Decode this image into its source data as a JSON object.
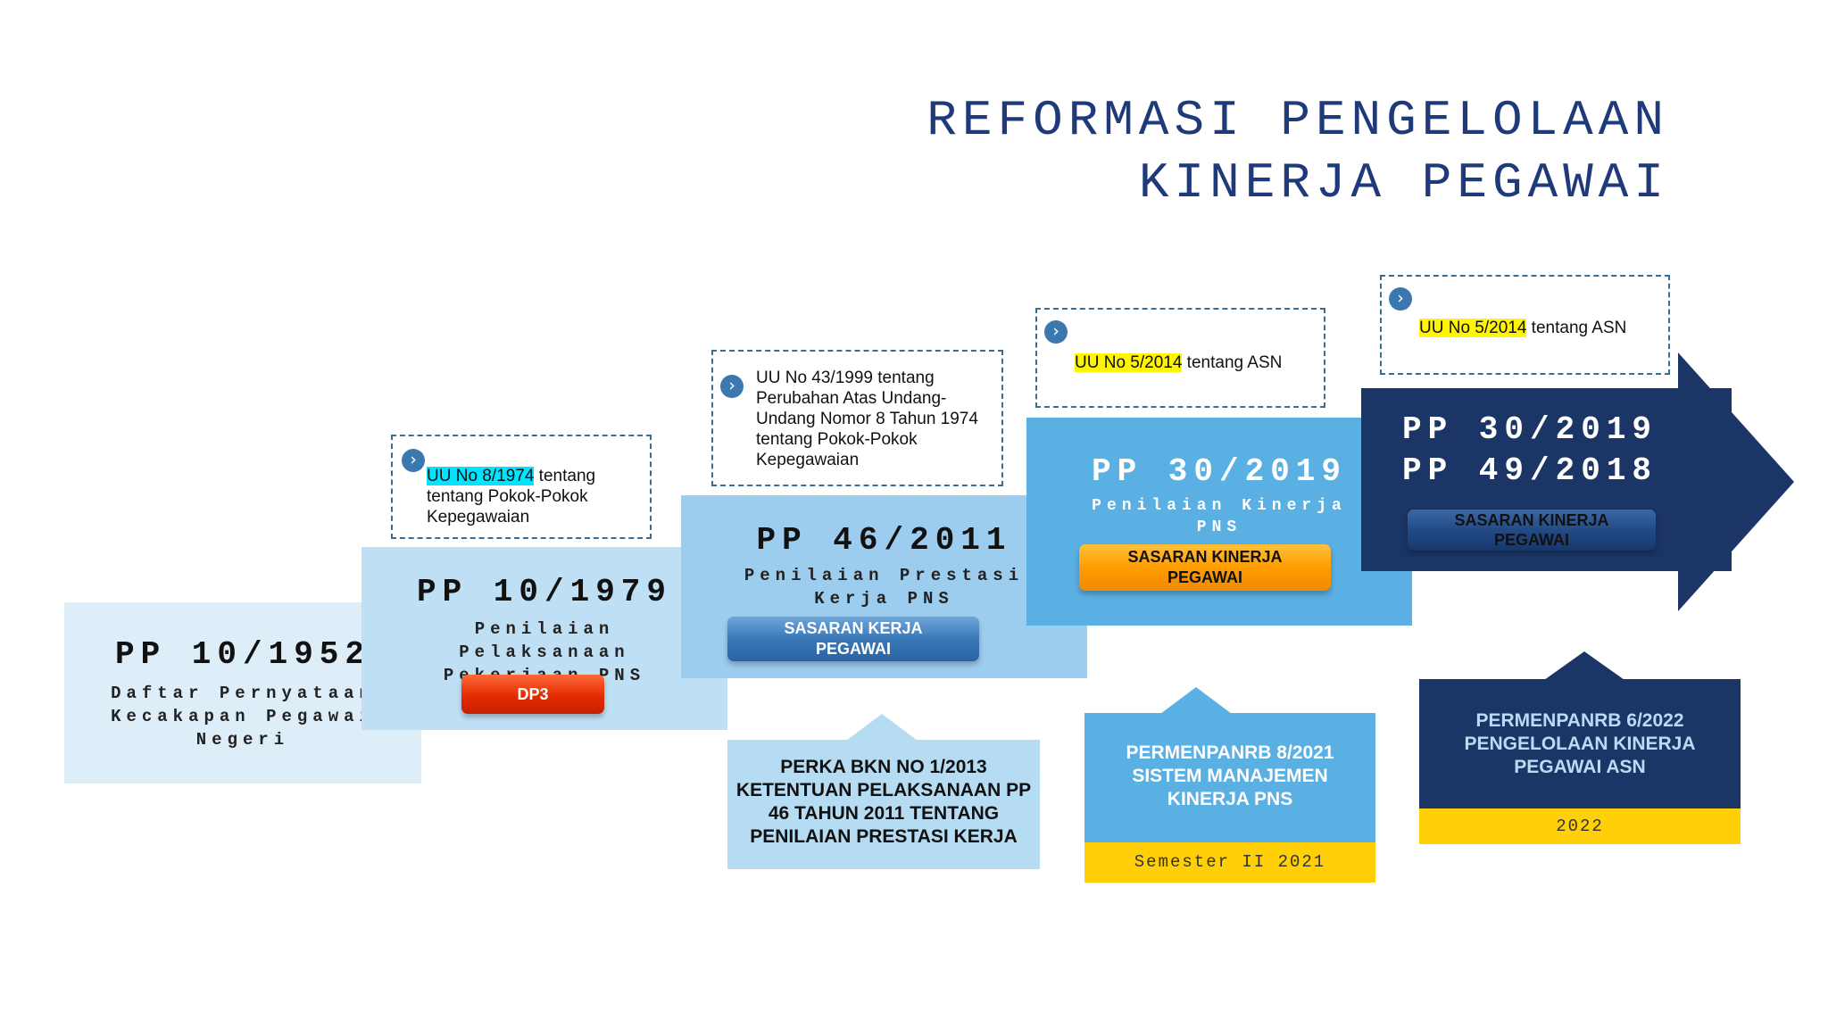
{
  "title": {
    "line1": "REFORMASI PENGELOLAAN",
    "line2": "KINERJA PEGAWAI"
  },
  "steps": [
    {
      "code": "PP 10/1952",
      "desc_lines": [
        "Daftar Pernyataan",
        "Kecakapan Pegawai",
        "Negeri"
      ]
    },
    {
      "code": "PP 10/1979",
      "desc_lines": [
        "Penilaian",
        "Pelaksanaan",
        "Pekerjaan PNS"
      ],
      "button": "DP3"
    },
    {
      "code": "PP 46/2011",
      "desc_lines": [
        "Penilaian Prestasi",
        "Kerja PNS"
      ],
      "button_lines": [
        "SASARAN KERJA",
        "PEGAWAI"
      ]
    },
    {
      "code": "PP 30/2019",
      "desc_lines": [
        "Penilaian Kinerja",
        "PNS"
      ],
      "button_lines": [
        "SASARAN KINERJA",
        "PEGAWAI"
      ]
    },
    {
      "code_lines": [
        "PP 30/2019",
        "PP 49/2018"
      ],
      "button_lines": [
        "SASARAN KINERJA",
        "PEGAWAI"
      ]
    }
  ],
  "callouts": [
    {
      "highlight": "UU No 8/1974",
      "text_lines": [
        " tentang",
        "tentang Pokok-Pokok",
        "Kepegawaian"
      ]
    },
    {
      "lines": [
        "UU No 43/1999 tentang",
        "Perubahan Atas Undang-",
        "Undang Nomor 8 Tahun 1974",
        "tentang Pokok-Pokok",
        "Kepegawaian"
      ]
    },
    {
      "highlight": "UU No 5/2014",
      "text": " tentang ASN"
    },
    {
      "highlight": "UU No 5/2014",
      "text": " tentang ASN"
    }
  ],
  "regulations": [
    {
      "lines": [
        "PERKA BKN NO 1/2013",
        "KETENTUAN PELAKSANAAN PP",
        "46 TAHUN 2011 TENTANG",
        "PENILAIAN PRESTASI KERJA"
      ]
    },
    {
      "lines": [
        "PERMENPANRB 8/2021",
        "SISTEM MANAJEMEN",
        "KINERJA PNS"
      ],
      "year": "Semester II 2021"
    },
    {
      "lines": [
        "PERMENPANRB 6/2022",
        "PENGELOLAAN KINERJA",
        "PEGAWAI ASN"
      ],
      "year": "2022"
    }
  ],
  "colors": {
    "title": "#1f3a7a",
    "step1": "#ddeef8",
    "step2": "#bfe0f4",
    "step3": "#9dcdee",
    "step4": "#5aafe3",
    "step5": "#1b3566",
    "year_band": "#ffd007"
  },
  "icons": {
    "callout_bullet": "chevron-right-circle-icon"
  }
}
